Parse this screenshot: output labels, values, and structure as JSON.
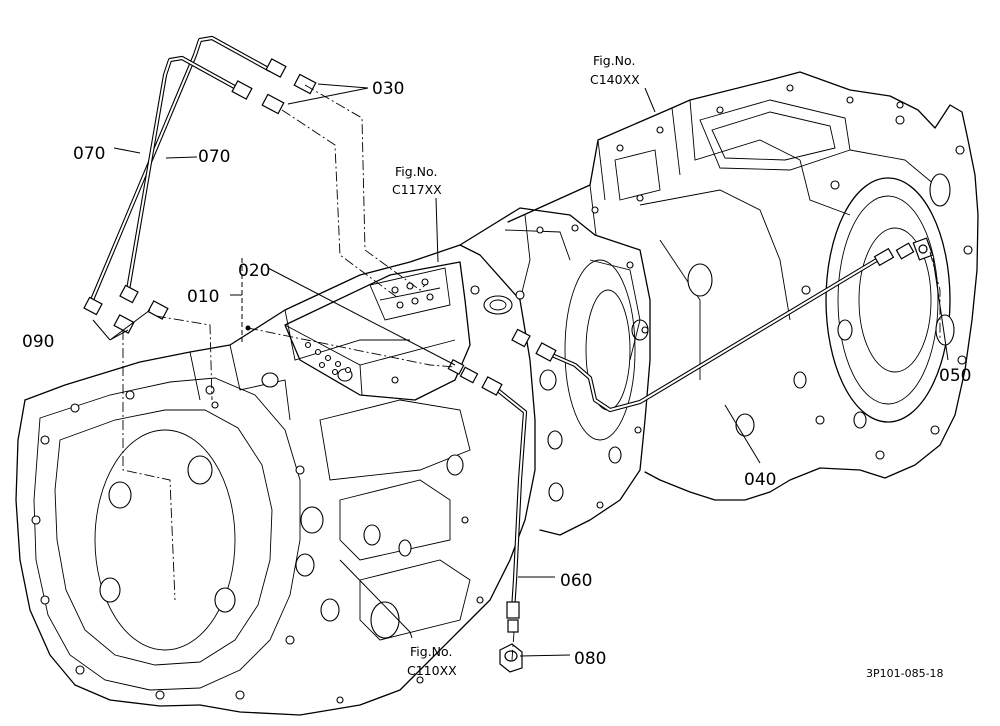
{
  "callouts": {
    "c010": "010",
    "c020": "020",
    "c030": "030",
    "c040": "040",
    "c050": "050",
    "c060": "060",
    "c070a": "070",
    "c070b": "070",
    "c080": "080",
    "c090": "090"
  },
  "figure_refs": {
    "c140": {
      "line1": "Fig.No.",
      "line2": "C140XX"
    },
    "c117": {
      "line1": "Fig.No.",
      "line2": "C117XX"
    },
    "c110": {
      "line1": "Fig.No.",
      "line2": "C110XX"
    }
  },
  "drawing_code": "3P101-085-18"
}
